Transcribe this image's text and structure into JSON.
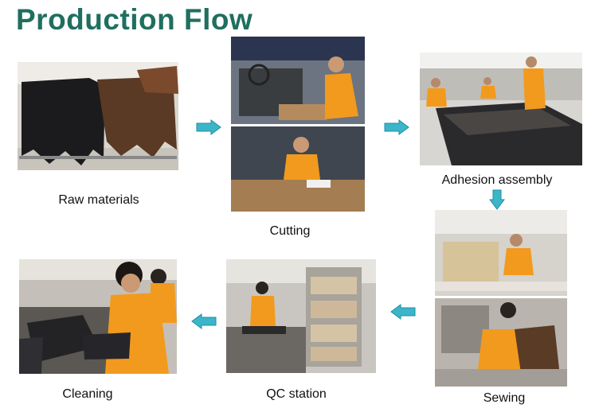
{
  "title": "Production Flow",
  "steps": [
    {
      "label": "Raw materials"
    },
    {
      "label": "Cutting"
    },
    {
      "label": "Adhesion assembly"
    },
    {
      "label": "Sewing"
    },
    {
      "label": "QC station"
    },
    {
      "label": "Cleaning"
    }
  ],
  "colors": {
    "title": "#1f6f5f",
    "arrow": "#3cb5c9",
    "uniform": "#f29a1e"
  }
}
